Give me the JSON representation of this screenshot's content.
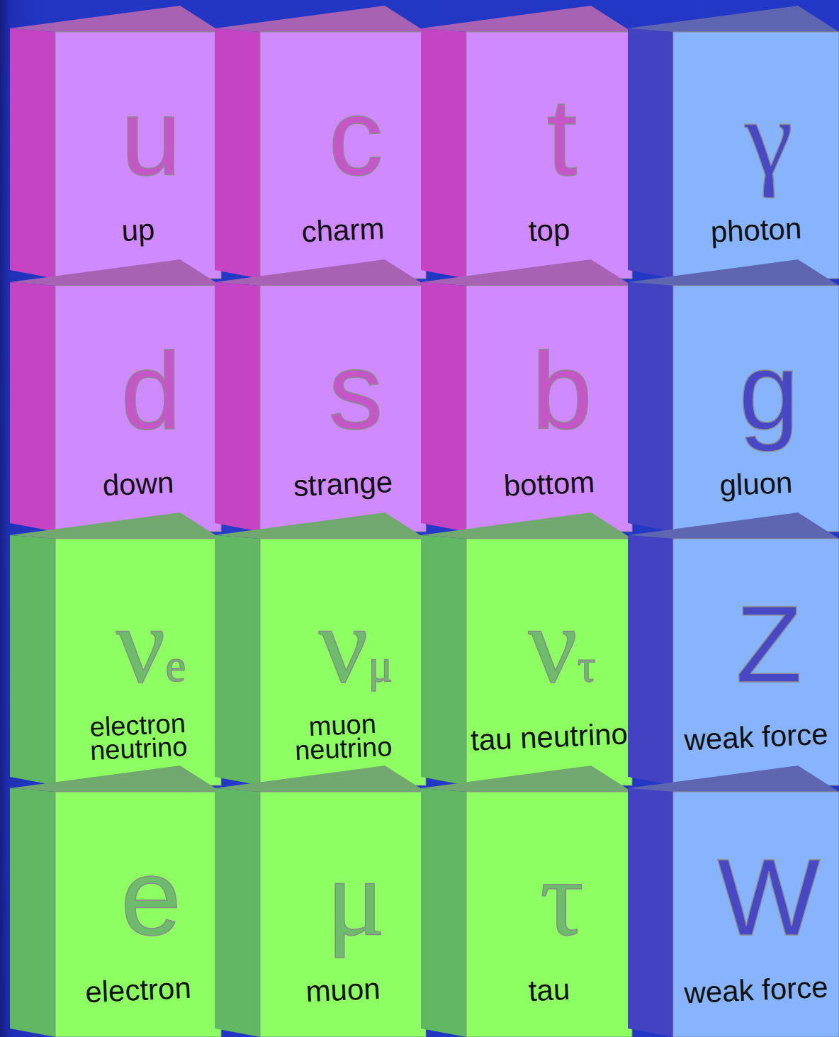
{
  "diagram": {
    "nodes": [
      {
        "text": [
          "u",
          "up"
        ]
      },
      {
        "text": [
          "c",
          "charm"
        ]
      },
      {
        "text": [
          "t",
          "top"
        ]
      },
      {
        "text": [
          "γ",
          "photon"
        ]
      },
      {
        "text": [
          "d",
          "down"
        ]
      },
      {
        "text": [
          "s",
          "strange"
        ]
      },
      {
        "text": [
          "b",
          "bottom"
        ]
      },
      {
        "text": [
          "g",
          "gluon"
        ]
      },
      {
        "text": [
          "νe",
          "electron neutrino"
        ]
      },
      {
        "text": [
          "νμ",
          "muon neutrino"
        ]
      },
      {
        "text": [
          "ντ",
          "tau neutrino"
        ]
      },
      {
        "text": [
          "Z",
          "weak force"
        ]
      },
      {
        "text": [
          "e",
          "electron"
        ]
      },
      {
        "text": [
          "μ",
          "muon"
        ]
      },
      {
        "text": [
          "τ",
          "tau"
        ]
      },
      {
        "text": [
          "W",
          "weak force"
        ]
      }
    ]
  }
}
